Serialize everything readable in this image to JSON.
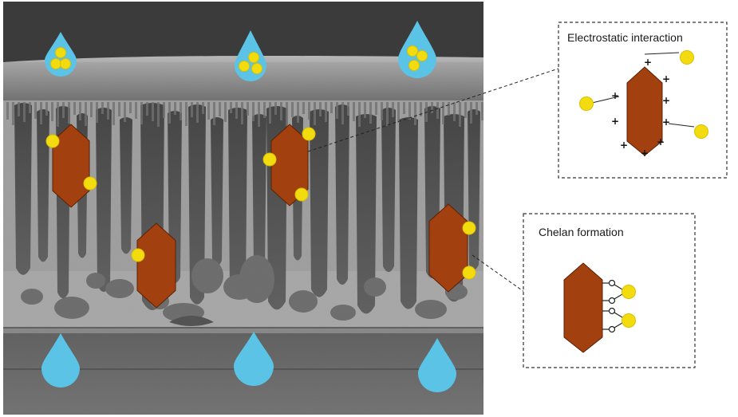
{
  "boxes": {
    "electrostatic": {
      "title": "Electrostatic interaction"
    },
    "chelation": {
      "title": "Chelan formation"
    }
  },
  "colors": {
    "drop": "#5bc4e6",
    "ion": "#f2dc10",
    "crystal": "#a3400f",
    "membrane_dark": "#3c3c3c",
    "membrane_light": "#9a9a9a"
  },
  "icons": {
    "drop": "water-drop-icon",
    "ion": "metal-ion-icon",
    "crystal": "adsorbent-crystal-icon"
  },
  "signs": {
    "positive": "+",
    "bond": "o"
  }
}
